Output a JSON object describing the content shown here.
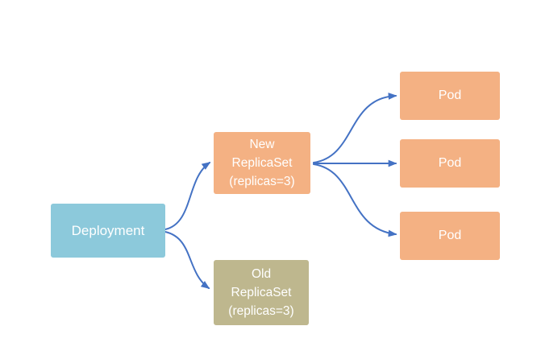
{
  "diagram": {
    "nodes": {
      "deployment": {
        "label": "Deployment",
        "fill": "#8CC9DB"
      },
      "new_replicaset": {
        "lines": [
          "New",
          "ReplicaSet",
          "(replicas=3)"
        ],
        "fill": "#F4B183"
      },
      "old_replicaset": {
        "lines": [
          "Old",
          "ReplicaSet",
          "(replicas=3)"
        ],
        "fill": "#BEB78E"
      },
      "pod_1": {
        "label": "Pod",
        "fill": "#F4B183"
      },
      "pod_2": {
        "label": "Pod",
        "fill": "#F4B183"
      },
      "pod_3": {
        "label": "Pod",
        "fill": "#F4B183"
      }
    },
    "edges": [
      {
        "from": "deployment",
        "to": "new_replicaset"
      },
      {
        "from": "deployment",
        "to": "old_replicaset"
      },
      {
        "from": "new_replicaset",
        "to": "pod_1"
      },
      {
        "from": "new_replicaset",
        "to": "pod_2"
      },
      {
        "from": "new_replicaset",
        "to": "pod_3"
      }
    ],
    "colors": {
      "arrow": "#4472C4",
      "text": "#FFFFFF",
      "background": "#FFFFFF"
    }
  }
}
